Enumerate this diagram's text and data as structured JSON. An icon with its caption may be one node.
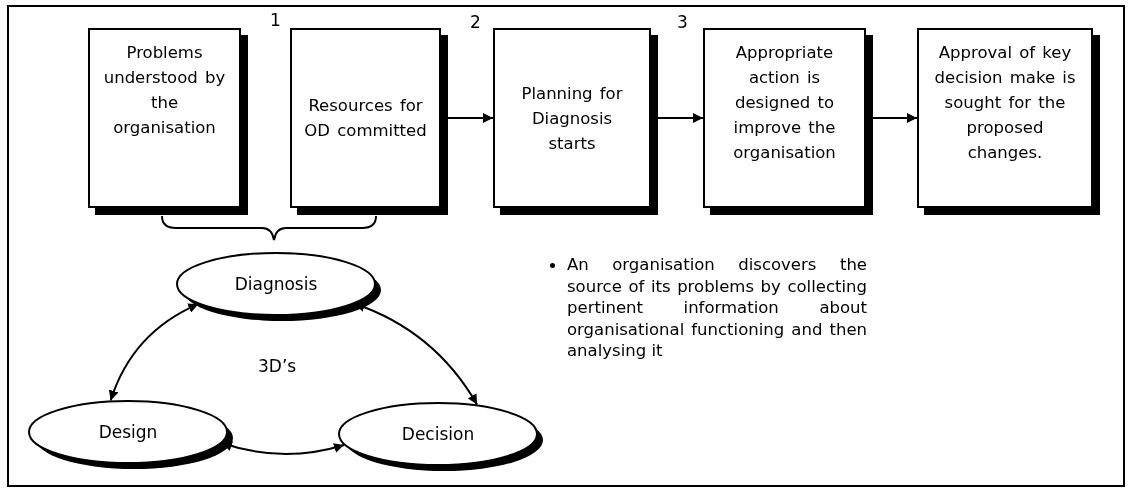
{
  "diagram": {
    "nodes": [
      {
        "text": [
          "Problems understood by the organisation"
        ]
      },
      {
        "text": [
          "Resources for OD committed"
        ]
      },
      {
        "text": [
          "Planning for Diagnosis starts"
        ]
      },
      {
        "text": [
          "Appropriate action is designed to improve the organisation"
        ]
      },
      {
        "text": [
          "Approval of key decision make is sought for the proposed changes."
        ]
      },
      {
        "text": [
          "Diagnosis"
        ]
      },
      {
        "text": [
          "Design"
        ]
      },
      {
        "text": [
          "Decision"
        ]
      }
    ],
    "edges": [
      {
        "from": 1,
        "to": 2,
        "arrow": "to"
      },
      {
        "from": 2,
        "to": 3,
        "arrow": "to"
      },
      {
        "from": 3,
        "to": 4,
        "arrow": "to"
      },
      {
        "from": 5,
        "to": 6,
        "arrow": "both"
      },
      {
        "from": 5,
        "to": 7,
        "arrow": "both"
      },
      {
        "from": 6,
        "to": 7,
        "arrow": "both"
      }
    ],
    "labels": [
      "1",
      "2",
      "3",
      "3D’s",
      "An organisation discovers the source of its problems by collecting pertinent information about organisational functioning and then analysing it"
    ]
  }
}
